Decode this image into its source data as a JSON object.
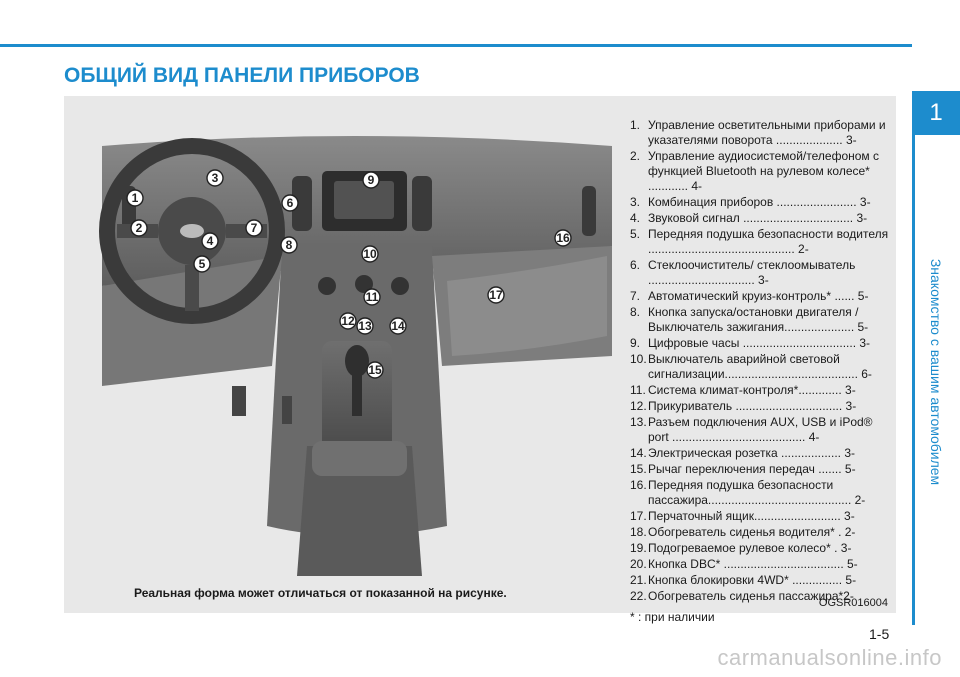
{
  "header": {
    "title": "ОБЩИЙ ВИД ПАНЕЛИ ПРИБОРОВ"
  },
  "side": {
    "chapter": "1",
    "chapter_title": "Знакомство с вашим автомобилем"
  },
  "figure": {
    "caption": "Реальная форма может отличаться от показанной на рисунке.",
    "code": "OGSR016004",
    "callouts": [
      "1",
      "2",
      "3",
      "4",
      "5",
      "6",
      "7",
      "8",
      "9",
      "10",
      "11",
      "12",
      "13",
      "14",
      "15",
      "16",
      "17"
    ]
  },
  "legend": [
    {
      "n": "1.",
      "text": "Управление осветительными приборами и указателями поворота .................... 3-"
    },
    {
      "n": "2.",
      "text": "Управление аудиосистемой/телефоном с функцией Bluetooth на рулевом колесе* ............ 4-"
    },
    {
      "n": "3.",
      "text": "Комбинация приборов ........................ 3-"
    },
    {
      "n": "4.",
      "text": "Звуковой сигнал ................................. 3-"
    },
    {
      "n": "5.",
      "text": "Передняя подушка безопасности водителя ............................................ 2-"
    },
    {
      "n": "6.",
      "text": "Стеклоочиститель/ стеклоомыватель ................................ 3-"
    },
    {
      "n": "7.",
      "text": "Автоматический круиз-контроль* ...... 5-"
    },
    {
      "n": "8.",
      "text": "Кнопка запуска/остановки двигателя / Выключатель зажигания..................... 5-"
    },
    {
      "n": "9.",
      "text": "Цифровые часы .................................. 3-"
    },
    {
      "n": "10.",
      "text": "Выключатель аварийной световой сигнализации........................................ 6-"
    },
    {
      "n": "11.",
      "text": "Система климат-контроля*............. 3-"
    },
    {
      "n": "12.",
      "text": "Прикуриватель ................................ 3-"
    },
    {
      "n": "13.",
      "text": "Разъем подключения AUX, USB и iPod® port ........................................ 4-"
    },
    {
      "n": "14.",
      "text": "Электрическая розетка .................. 3-"
    },
    {
      "n": "15.",
      "text": "Рычаг переключения передач ....... 5-"
    },
    {
      "n": "16.",
      "text": "Передняя подушка безопасности пассажира........................................... 2-"
    },
    {
      "n": "17.",
      "text": "Перчаточный ящик.......................... 3-"
    },
    {
      "n": "18.",
      "text": "Обогреватель сиденья водителя* . 2-"
    },
    {
      "n": "19.",
      "text": "Подогреваемое рулевое колесо* . 3-"
    },
    {
      "n": "20.",
      "text": "Кнопка DBC* .................................... 5-"
    },
    {
      "n": "21.",
      "text": "Кнопка блокировки 4WD* ............... 5-"
    },
    {
      "n": "22.",
      "text": "Обогреватель сиденья пассажира*2-"
    }
  ],
  "footnote": "* : при наличии",
  "page_number": "1-5",
  "watermark": "carmanualsonline.info",
  "colors": {
    "accent": "#1d8ccd"
  }
}
